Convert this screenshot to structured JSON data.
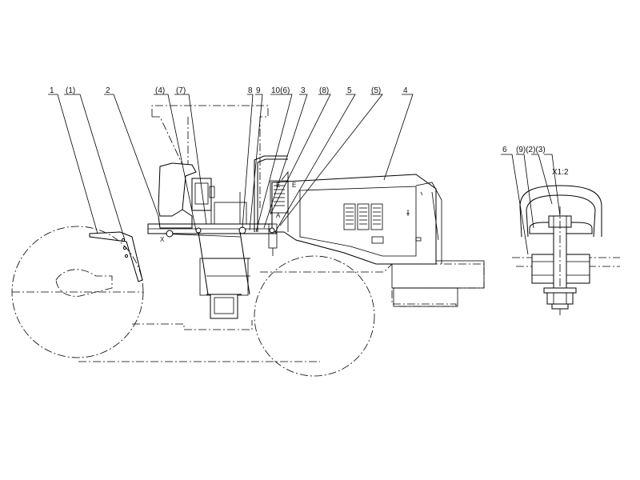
{
  "callouts": [
    {
      "id": "1",
      "text": "1"
    },
    {
      "id": "p1",
      "text": "(1)"
    },
    {
      "id": "2",
      "text": "2"
    },
    {
      "id": "p4",
      "text": "(4)"
    },
    {
      "id": "p7",
      "text": "(7)"
    },
    {
      "id": "8",
      "text": "8"
    },
    {
      "id": "9",
      "text": "9"
    },
    {
      "id": "10p6",
      "text": "10(6)"
    },
    {
      "id": "3",
      "text": "3"
    },
    {
      "id": "p8",
      "text": "(8)"
    },
    {
      "id": "5",
      "text": "5"
    },
    {
      "id": "p5",
      "text": "(5)"
    },
    {
      "id": "4",
      "text": "4"
    }
  ],
  "detail": {
    "callouts": [
      {
        "id": "6",
        "text": "6"
      },
      {
        "id": "p9p2p3",
        "text": "(9)(2)(3)"
      }
    ],
    "scale": "X1:2"
  },
  "markers": {
    "x": "X",
    "a": "A",
    "ea": "E",
    "eb": "E"
  }
}
